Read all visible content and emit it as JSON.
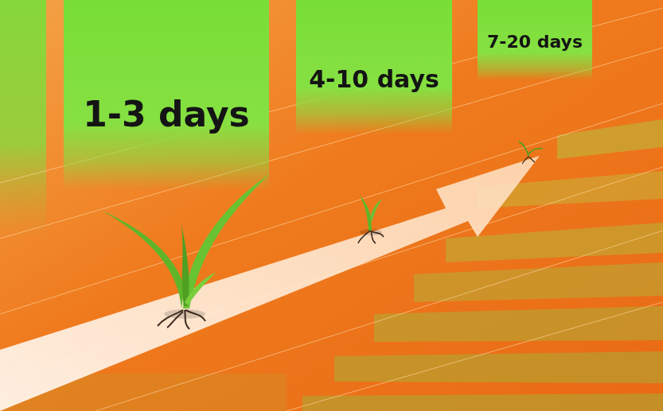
{
  "diagram": {
    "nodes": [
      {
        "text": [
          "1-3 days"
        ]
      },
      {
        "text": [
          "4-10 days"
        ]
      },
      {
        "text": [
          "7-20 days"
        ]
      }
    ]
  }
}
